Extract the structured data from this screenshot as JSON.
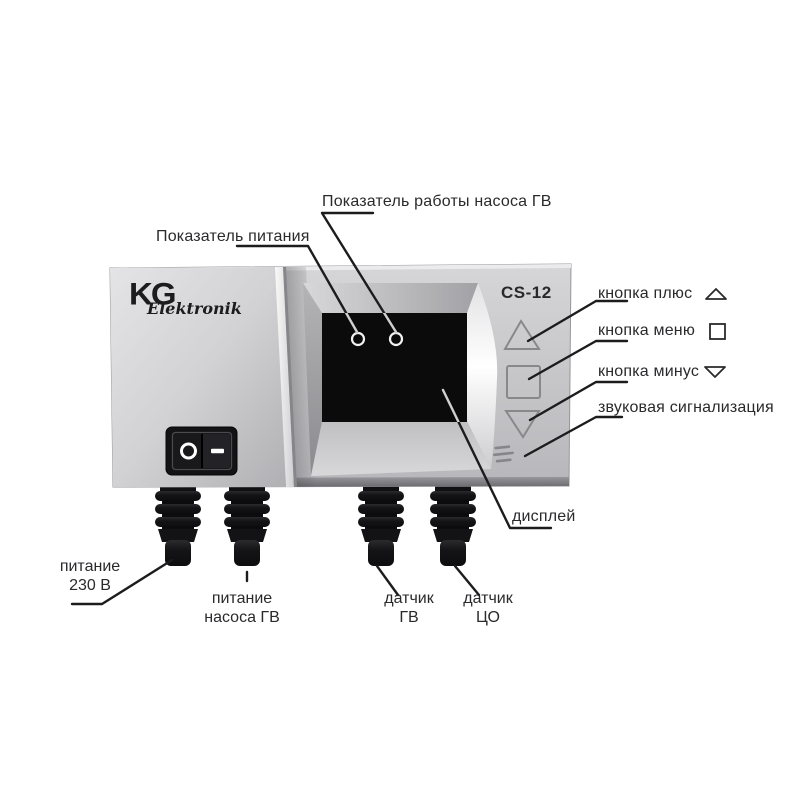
{
  "figure": {
    "type": "annotated product diagram",
    "subject": "KG Elektronik CS-12 pump controller"
  },
  "device": {
    "brand_line1": "KG",
    "brand_line2": "Elektronik",
    "model": "CS-12",
    "panel": {
      "led_count": 2,
      "buttons": [
        "triangle-up",
        "square",
        "triangle-down"
      ],
      "buzzer_lines": 3,
      "switch_symbols": {
        "off": "O",
        "on": "–"
      }
    }
  },
  "annotations": {
    "pump_run_indicator": "Показатель работы насоса ГВ",
    "power_indicator": "Показатель питания",
    "button_plus": "кнопка плюс",
    "button_menu": "кнопка меню",
    "button_minus": "кнопка минус",
    "sound_alarm": "звуковая сигнализация",
    "display_label": "дисплей",
    "power_230": [
      "питание",
      "230 В"
    ],
    "pump_power": [
      "питание",
      "насоса ГВ"
    ],
    "sensor_gv": [
      "датчик",
      "ГВ"
    ],
    "sensor_co": [
      "датчик",
      "ЦО"
    ]
  },
  "glyphs": {
    "plus": "triangle-up-outline",
    "menu": "square-outline",
    "minus": "triangle-down-outline"
  },
  "colors": {
    "background": "#ffffff",
    "body_light": "#d9d9db",
    "body_dark": "#b6b6ba",
    "display": "#0b0b0b",
    "cable": "#17171a",
    "callout_line": "#1c1c1e",
    "text": "#2a2a2c",
    "button_outline": "#88888c"
  }
}
